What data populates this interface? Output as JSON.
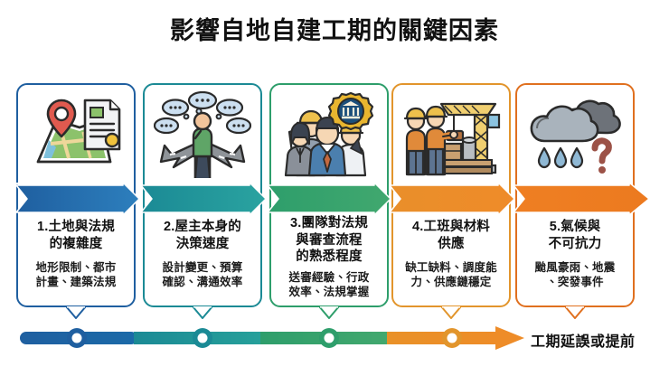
{
  "page": {
    "title": "影響自地自建工期的關鍵因素",
    "background": "#ffffff"
  },
  "cards": [
    {
      "number": "1.",
      "title": "1.土地與法規\n的複雜度",
      "title_line1": "1.土地與法規",
      "title_line2": "的複雜度",
      "desc_line1": "地形限制、都市",
      "desc_line2": "計畫、建築法規",
      "accent": "#1f5fa0",
      "arrow_from": "#1f5fa0",
      "arrow_to": "#2d7fbd",
      "icon": "map-document-icon"
    },
    {
      "number": "2.",
      "title": "2.屋主本身的\n決策速度",
      "title_line1": "2.屋主本身的",
      "title_line2": "決策速度",
      "desc_line1": "設計變更、預算",
      "desc_line2": "確認、溝通效率",
      "accent": "#1b8a95",
      "arrow_from": "#1b8a95",
      "arrow_to": "#2aa3a0",
      "icon": "person-crossroads-icon"
    },
    {
      "number": "3.",
      "title": "3.團隊對法規\n與審查流程\n的熟悉程度",
      "title_line1": "3.團隊對法規",
      "title_line2": "與審查流程",
      "title_line3": "的熟悉程度",
      "desc_line1": "送審經驗、行政",
      "desc_line2": "效率、法規掌握",
      "accent": "#2e9e6b",
      "arrow_from": "#2e9e6b",
      "arrow_to": "#41a86f",
      "icon": "team-badge-icon"
    },
    {
      "number": "4.",
      "title": "4.工班與材料\n供應",
      "title_line1": "4.工班與材料",
      "title_line2": "供應",
      "desc_line1": "缺工缺料、調度能",
      "desc_line2": "力、供應鏈穩定",
      "accent": "#e2952c",
      "arrow_from": "#e98f2a",
      "arrow_to": "#ef8b29",
      "icon": "crane-workers-icon"
    },
    {
      "number": "5.",
      "title": "5.氣候與\n不可抗力",
      "title_line1": "5.氣候與",
      "title_line2": "不可抗力",
      "desc_line1": "颱風豪雨、地震",
      "desc_line2": "、突發事件",
      "accent": "#e0701f",
      "arrow_from": "#ef7f23",
      "arrow_to": "#ec7a1f",
      "icon": "storm-cloud-rain-question-icon"
    }
  ],
  "timeline": {
    "label": "工期延誤或提前",
    "arrow_head_color": "#ee8c28",
    "segments": [
      {
        "color_from": "#1f5fa0",
        "color_to": "#1b6aa8"
      },
      {
        "color_from": "#1b8a95",
        "color_to": "#26a09a"
      },
      {
        "color_from": "#2e9e6b",
        "color_to": "#42a86e"
      },
      {
        "color_from": "#e99128",
        "color_to": "#ee8c28"
      }
    ],
    "nodes": [
      {
        "ring": "#1f5fa0",
        "fill": "#ffffff"
      },
      {
        "ring": "#1b8a95",
        "fill": "#ffffff"
      },
      {
        "ring": "#2e9e6b",
        "fill": "#ffffff"
      },
      {
        "ring": "#e2952c",
        "fill": "#ffffff"
      }
    ]
  }
}
